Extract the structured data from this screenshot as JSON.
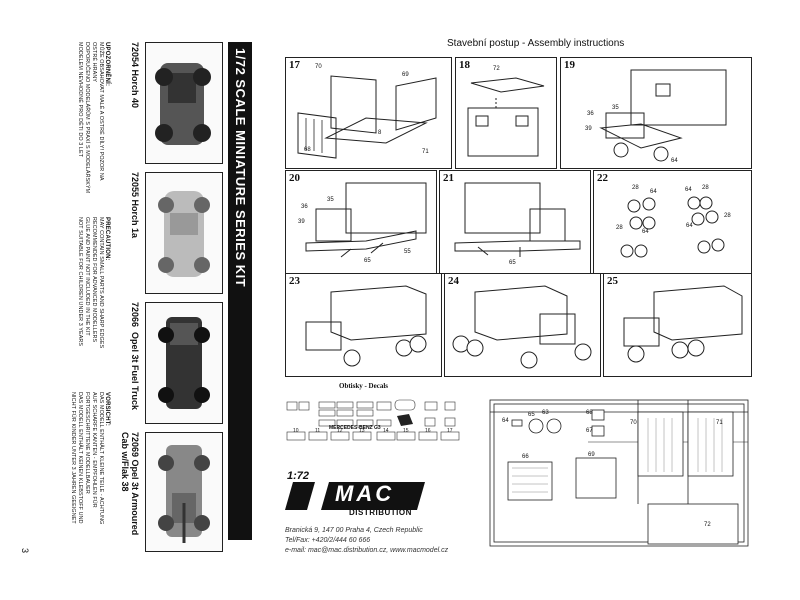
{
  "page_number": "3",
  "warnings": {
    "cz": {
      "title": "UPOZORNĚNÍ:",
      "lines": [
        "MŮŽE OBSAHOVAT MALÉ A OSTRÉ DÍLY! POZOR NA",
        "OSTRÉ HRANY",
        "DOPORUČENO MODELÁŘŮM S PRAXÍ S MODELÁŘSKÝM",
        "MODELEM NEVHODNÉ PRO DĚTI DO 3 LET"
      ]
    },
    "en": {
      "title": "PRECAUTION:",
      "lines": [
        "MAY CONTAIN SMALL PARTS AND SHARP EDGES",
        "RECOMMENDED FOR ADVANCED MODELLERS",
        "GLUE AND PAINT NOT INCLUDED IN THE KIT",
        "NOT SUITABLE FOR CHILDREN UNDER 3 YEARS"
      ]
    },
    "de": {
      "title": "VORSICHT:",
      "lines": [
        "DAS MODELL ENTHÄLT KLEINE TEILE - ACHTUNG",
        "AUF SCHARFE KANTEN - EMPFOHLEN FÜR",
        "FORTGESCHRITTENE MODELLBAUER",
        "DAS MODELL ENTHÄLT KEINEN KLEBSTOFF UND",
        "NICHT FÜR KINDER UNTER 3 JAHREN GEEIGNET"
      ]
    }
  },
  "products": [
    {
      "code": "72054",
      "name": "Horch 40"
    },
    {
      "code": "72055",
      "name": "Horch 1a"
    },
    {
      "code": "72066",
      "name": "Opel 3t Fuel Truck"
    },
    {
      "code": "72069",
      "name": "Opel 3t Armoured Cab w/Flak 38"
    }
  ],
  "band_title": "1/72 SCALE MINIATURE SERIES KIT",
  "header": "Stavební postup - Assembly instructions",
  "steps": [
    {
      "num": "17",
      "parts": [
        "70",
        "69",
        "68",
        "71",
        "8"
      ]
    },
    {
      "num": "18",
      "parts": [
        "72"
      ]
    },
    {
      "num": "19",
      "parts": [
        "35",
        "36",
        "39",
        "64"
      ]
    },
    {
      "num": "20",
      "parts": [
        "35",
        "36",
        "39",
        "65",
        "55"
      ]
    },
    {
      "num": "21",
      "parts": [
        "65"
      ]
    },
    {
      "num": "22",
      "parts": [
        "28",
        "64",
        "64",
        "28",
        "28",
        "28",
        "64",
        "64"
      ]
    },
    {
      "num": "23",
      "parts": []
    },
    {
      "num": "24",
      "parts": []
    },
    {
      "num": "25",
      "parts": []
    }
  ],
  "decals": {
    "title": "Obtisky - Decals",
    "brand_text": "MERCEDES-BENZ G3",
    "numbers": [
      "10",
      "11",
      "12",
      "13",
      "14",
      "15",
      "16",
      "17"
    ]
  },
  "sprue_parts": [
    "64",
    "65",
    "63",
    "68",
    "67",
    "70",
    "71",
    "66",
    "69",
    "72"
  ],
  "logo": {
    "scale": "1:72",
    "brand": "MAC",
    "sub": "DISTRIBUTION"
  },
  "contact": {
    "address": "Branická 9, 147 00 Praha 4, Czech Republic",
    "phone": "Tel/Fax: +420/2/444 60 666",
    "email": "e-mail: mac@mac.distribution.cz, www.macmodel.cz"
  },
  "colors": {
    "ink": "#111111",
    "band": "#111111",
    "line": "#222222"
  }
}
